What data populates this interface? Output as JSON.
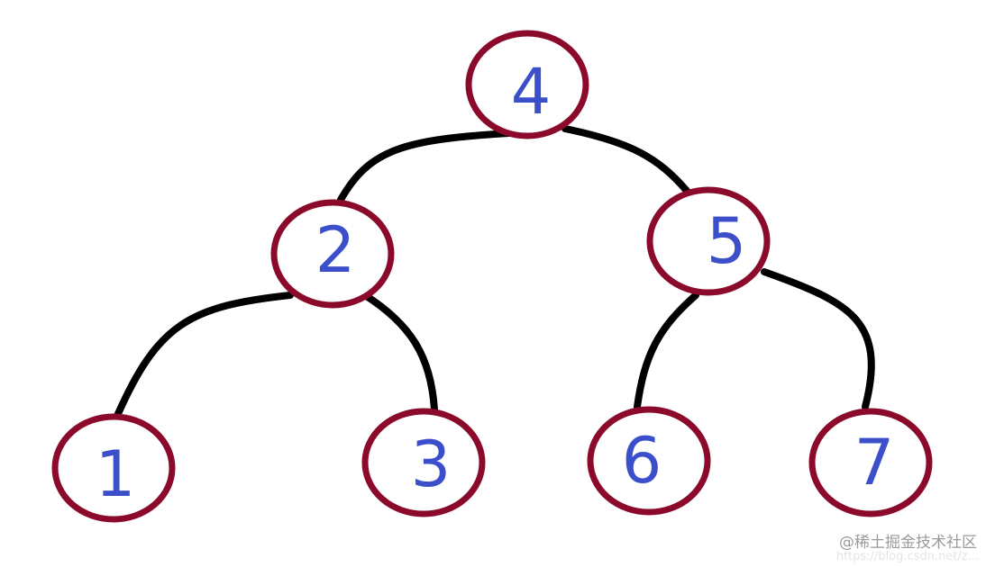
{
  "tree": {
    "nodes": [
      {
        "id": "n4",
        "label": "4"
      },
      {
        "id": "n2",
        "label": "2"
      },
      {
        "id": "n5",
        "label": "5"
      },
      {
        "id": "n1",
        "label": "1"
      },
      {
        "id": "n3",
        "label": "3"
      },
      {
        "id": "n6",
        "label": "6"
      },
      {
        "id": "n7",
        "label": "7"
      }
    ],
    "edges": [
      {
        "from": "4",
        "to": "2"
      },
      {
        "from": "4",
        "to": "5"
      },
      {
        "from": "2",
        "to": "1"
      },
      {
        "from": "2",
        "to": "3"
      },
      {
        "from": "5",
        "to": "6"
      },
      {
        "from": "5",
        "to": "7"
      }
    ]
  },
  "colors": {
    "node_border": "#8b0a2b",
    "node_label": "#3a4fc9",
    "edge": "#000000"
  },
  "watermark": {
    "text": "@稀土掘金技术社区",
    "faint_text": "https://blog.csdn.net/z..."
  }
}
